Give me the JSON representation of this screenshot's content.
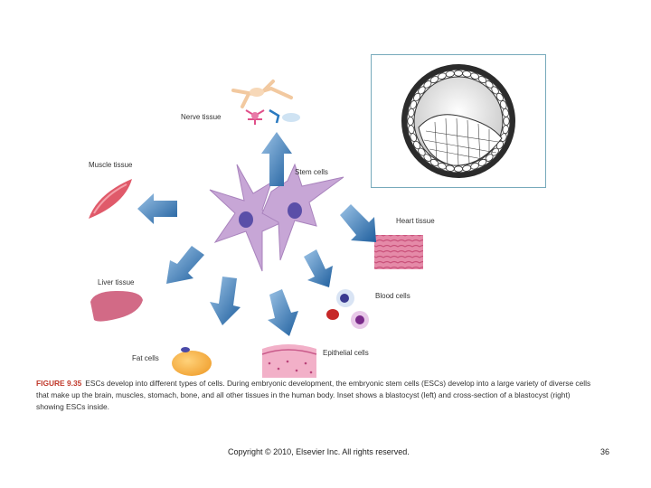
{
  "labels": {
    "nerve": "Nerve tissue",
    "muscle": "Muscle tissue",
    "stem": "Stem cells",
    "heart": "Heart tissue",
    "liver": "Liver tissue",
    "blood": "Blood cells",
    "fat": "Fat cells",
    "epithelial": "Epithelial cells"
  },
  "caption": {
    "figure": "FIGURE 9.35",
    "text": "ESCs develop into different types of cells. During embryonic development, the embryonic stem cells (ESCs) develop into a large variety of diverse cells that make up the brain, muscles, stomach, bone, and all other tissues in the human body. Inset shows a blastocyst (left) and cross-section of a blastocyst (right) showing ESCs inside."
  },
  "footer": {
    "copyright": "Copyright © 2010, Elsevier Inc. All rights reserved.",
    "page": "36"
  },
  "colors": {
    "arrow": "#2e6da4",
    "stem_cell": "#c7a6d6",
    "nucleus": "#5a4fa8",
    "caption_accent": "#c0392b"
  }
}
